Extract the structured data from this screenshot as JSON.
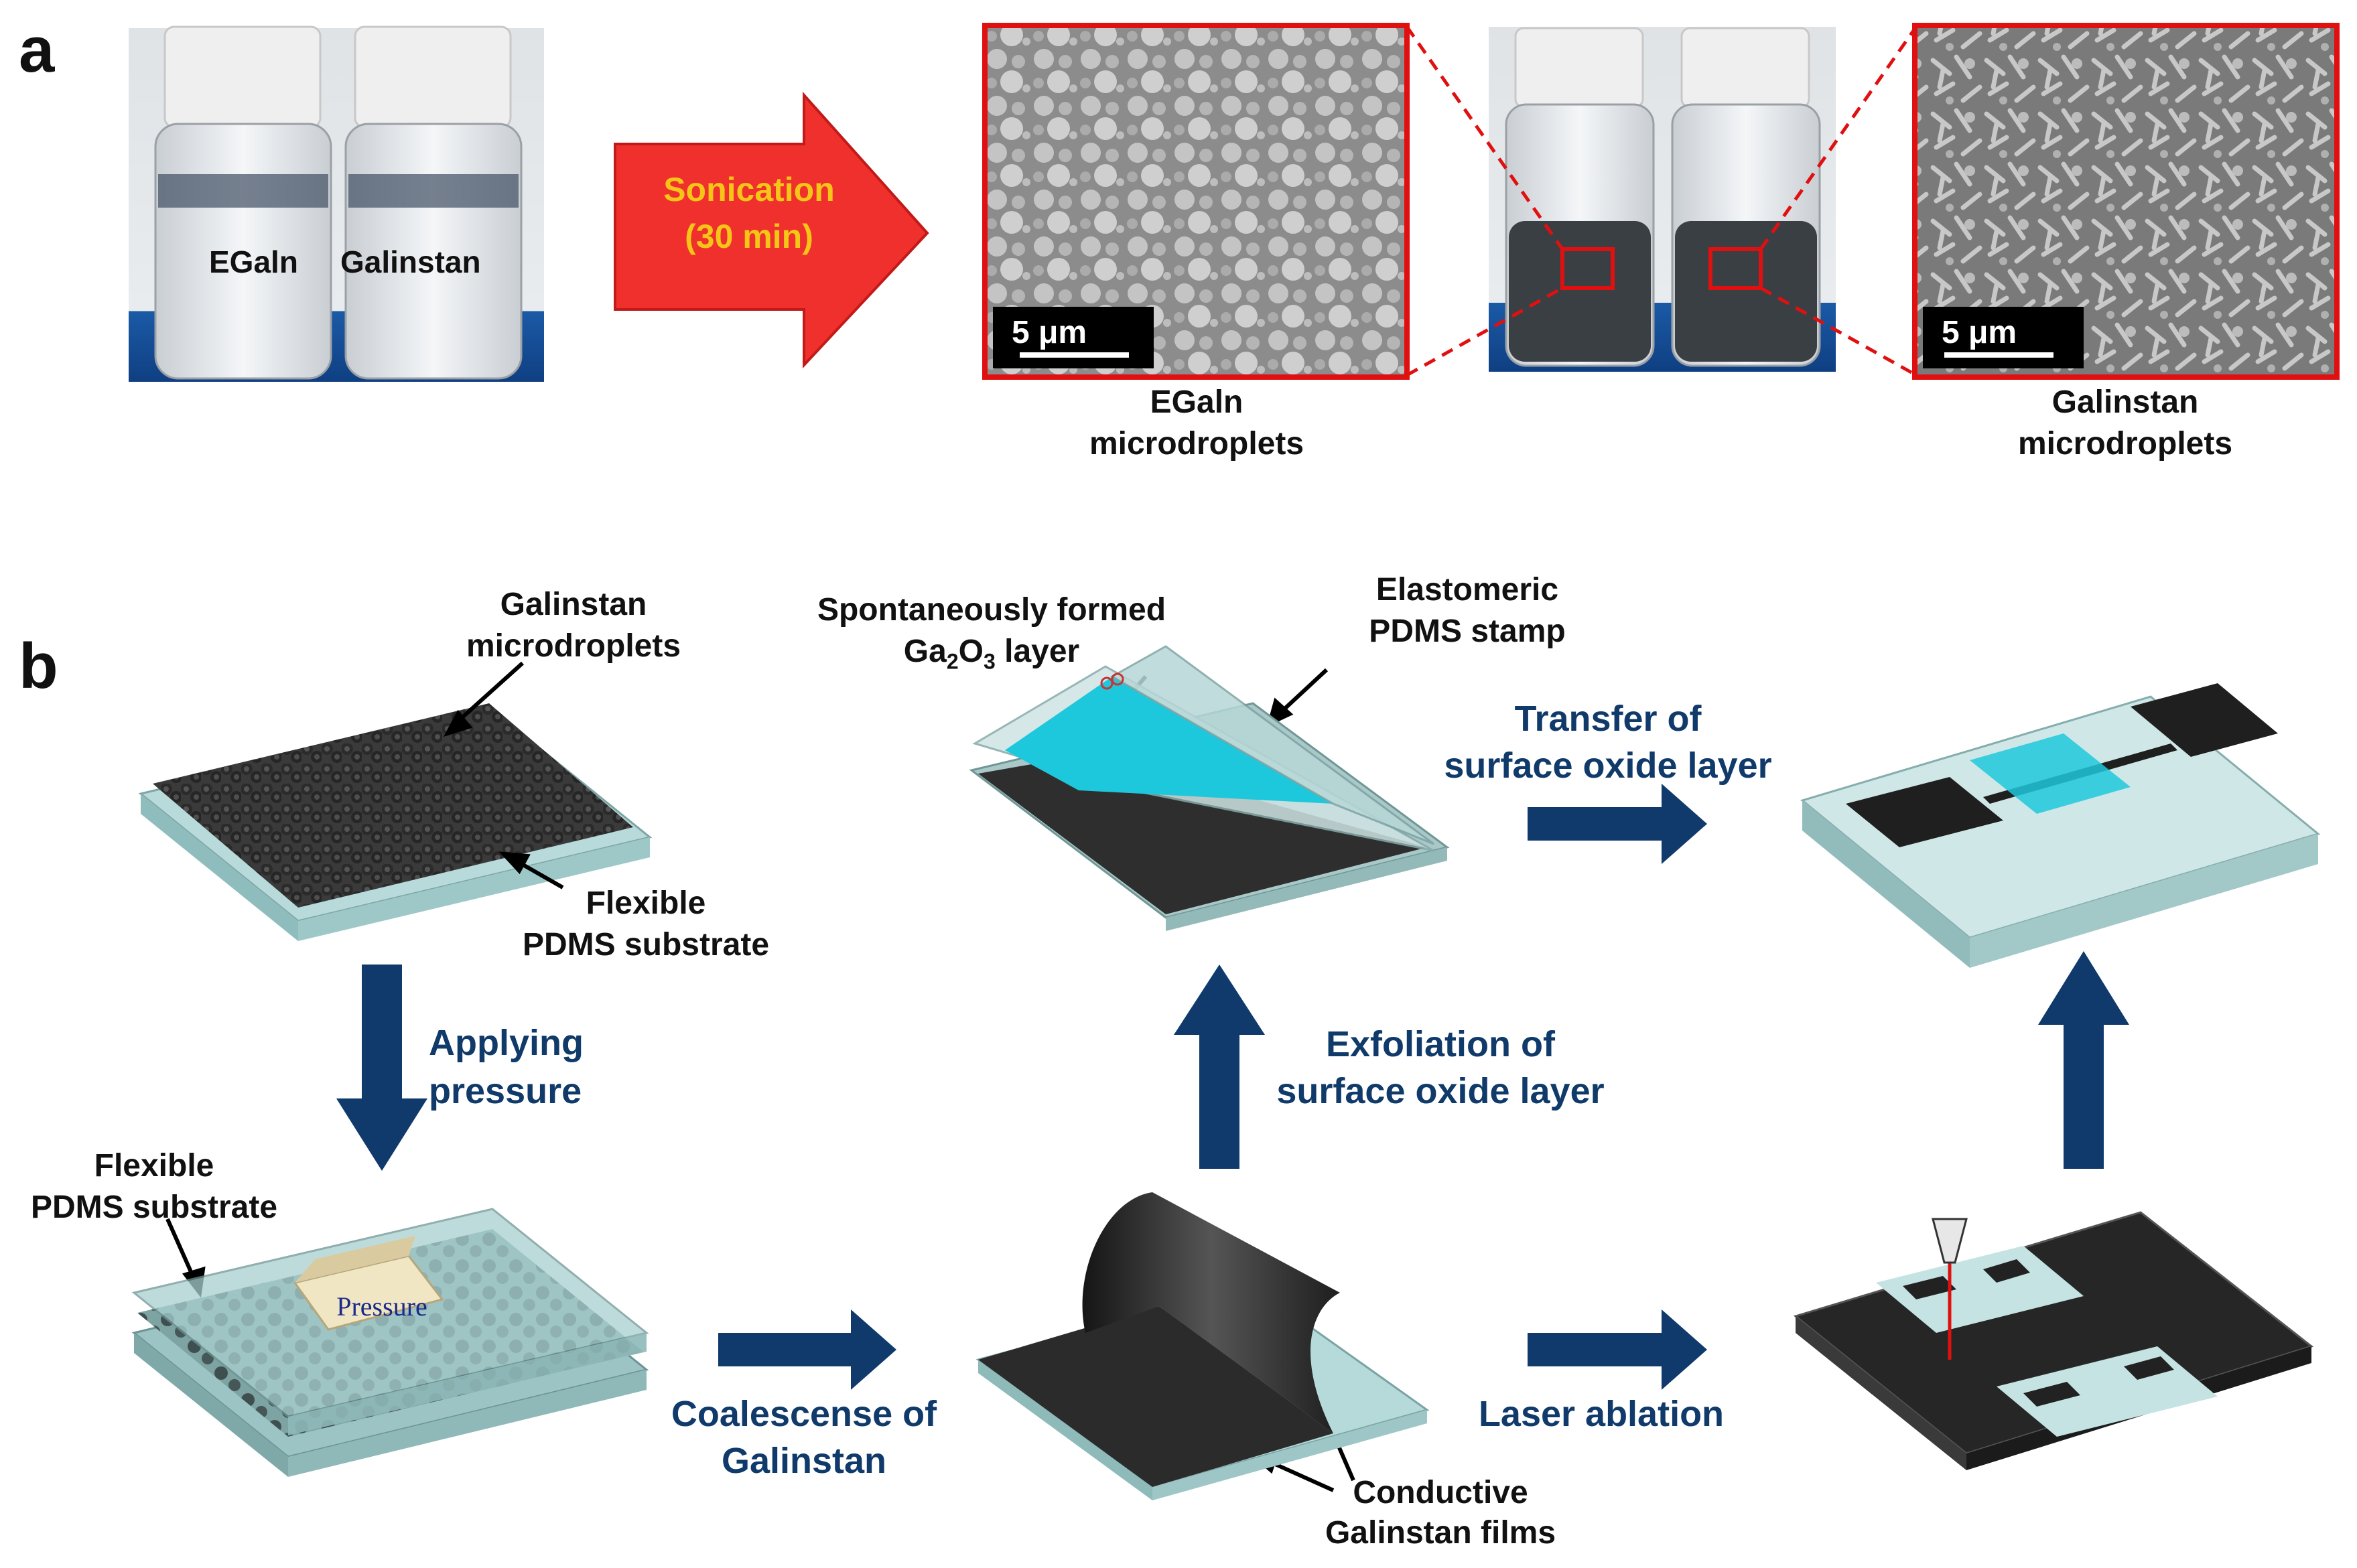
{
  "panel_a": {
    "letter": "a",
    "vial_label_left": "EGaln",
    "vial_label_right": "Galinstan",
    "process_label_line1": "Sonication",
    "process_label_line2": "(30 min)",
    "scale_bar_left": "5 μm",
    "scale_bar_right": "5 μm",
    "caption_left_line1": "EGaln",
    "caption_left_line2": "microdroplets",
    "caption_right_line1": "Galinstan",
    "caption_right_line2": "microdroplets"
  },
  "panel_b": {
    "letter": "b",
    "galinstan_droplets_line1": "Galinstan",
    "galinstan_droplets_line2": "microdroplets",
    "flexible_substrate_top_line1": "Flexible",
    "flexible_substrate_top_line2": "PDMS substrate",
    "applying_pressure_line1": "Applying",
    "applying_pressure_line2": "pressure",
    "flexible_substrate_bottom_line1": "Flexible",
    "flexible_substrate_bottom_line2": "PDMS substrate",
    "pressure_label": "Pressure",
    "coalescence_line1": "Coalescense of",
    "coalescence_line2": "Galinstan",
    "oxide_layer_line1": "Spontaneously formed",
    "oxide_layer_line2_prefix": "Ga",
    "oxide_layer_line2_sub1": "2",
    "oxide_layer_line2_mid": "O",
    "oxide_layer_line2_sub2": "3",
    "oxide_layer_line2_suffix": " layer",
    "stamp_line1": "Elastomeric",
    "stamp_line2": "PDMS stamp",
    "exfoliation_line1": "Exfoliation of",
    "exfoliation_line2": "surface oxide layer",
    "conductive_films_line1": "Conductive",
    "conductive_films_line2": "Galinstan films",
    "transfer_line1": "Transfer of",
    "transfer_line2": "surface oxide layer",
    "laser_ablation": "Laser ablation"
  },
  "colors": {
    "arrow_blue": "#0f3a6b",
    "sonication_red": "#f0302c",
    "sonication_text": "#f5c518",
    "frame_red": "#e01010",
    "oxide_cyan": "#1ec8dc",
    "pdms": "#a9cfcf",
    "galinstan_dark": "#2a2a2a"
  }
}
